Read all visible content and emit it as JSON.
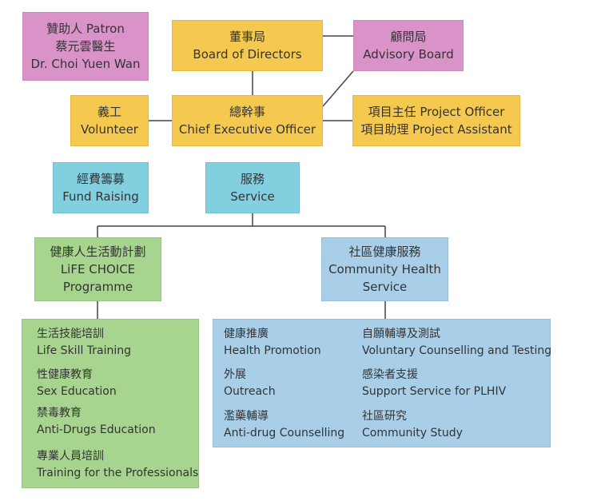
{
  "patron": {
    "line1": "贊助人 Patron",
    "line2": "蔡元雲醫生",
    "line3": "Dr. Choi Yuen Wan"
  },
  "board": {
    "zh": "董事局",
    "en": "Board of Directors"
  },
  "advisory": {
    "zh": "顧問局",
    "en": "Advisory Board"
  },
  "volunteer": {
    "zh": "義工",
    "en": "Volunteer"
  },
  "ceo": {
    "zh": "總幹事",
    "en": "Chief Executive Officer"
  },
  "project": {
    "line1": "項目主任 Project Officer",
    "line2": "項目助理 Project Assistant"
  },
  "fund": {
    "zh": "經費籌募",
    "en": "Fund Raising"
  },
  "service": {
    "zh": "服務",
    "en": "Service"
  },
  "lifechoice": {
    "zh": "健康人生活動計劃",
    "en1": "LiFE CHOICE",
    "en2": "Programme"
  },
  "community": {
    "zh": "社區健康服務",
    "en1": "Community Health",
    "en2": "Service"
  },
  "lifechoice_items": [
    {
      "zh": "生活技能培訓",
      "en": "Life Skill Training"
    },
    {
      "zh": "性健康教育",
      "en": "Sex Education"
    },
    {
      "zh": "禁毒教育",
      "en": "Anti-Drugs Education"
    },
    {
      "zh": "專業人員培訓",
      "en": "Training for the Professionals"
    }
  ],
  "community_items_left": [
    {
      "zh": "健康推廣",
      "en": "Health Promotion"
    },
    {
      "zh": "外展",
      "en": "Outreach"
    },
    {
      "zh": "濫藥輔導",
      "en": "Anti-drug Counselling"
    }
  ],
  "community_items_right": [
    {
      "zh": "自願輔導及測試",
      "en": "Voluntary Counselling and Testing"
    },
    {
      "zh": "感染者支援",
      "en": "Support Service for PLHIV"
    },
    {
      "zh": "社區研究",
      "en": "Community Study"
    }
  ],
  "colors": {
    "pink": "#d993c8",
    "gold": "#f5c950",
    "cyan": "#82cfe0",
    "green": "#a7d48e",
    "blue": "#a9cfe8",
    "line": "#444444"
  }
}
